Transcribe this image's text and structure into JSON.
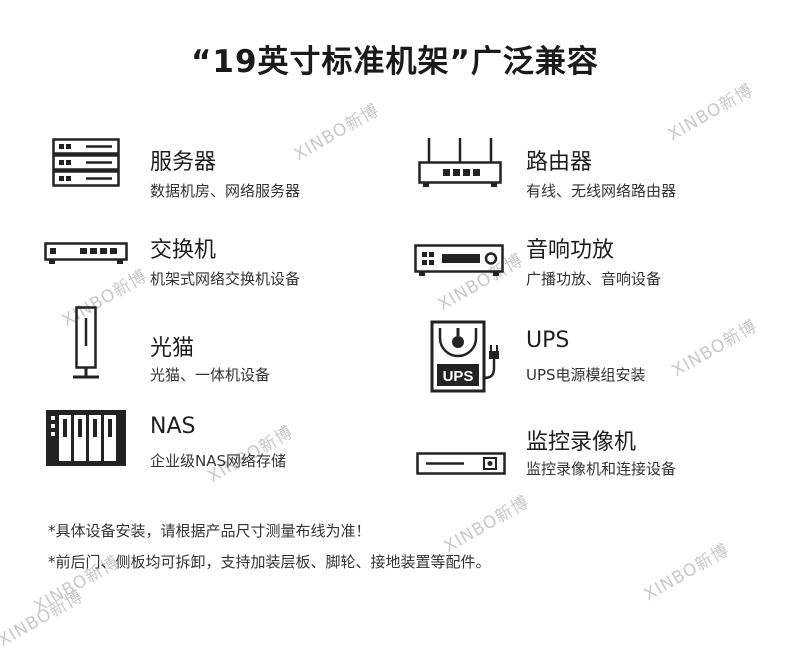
{
  "title": "“19英寸标准机架”广泛兼容",
  "devices": [
    {
      "icon": "server-icon",
      "name": "服务器",
      "desc": "数据机房、网络服务器"
    },
    {
      "icon": "switch-icon",
      "name": "交换机",
      "desc": "机架式网络交换机设备"
    },
    {
      "icon": "optical-modem-icon",
      "name": "光猫",
      "desc": "光猫、一体机设备"
    },
    {
      "icon": "nas-icon",
      "name": "NAS",
      "desc": "企业级NAS网络存储"
    },
    {
      "icon": "router-icon",
      "name": "路由器",
      "desc": "有线、无线网络路由器"
    },
    {
      "icon": "amplifier-icon",
      "name": "音响功放",
      "desc": "广播功放、音响设备"
    },
    {
      "icon": "ups-icon",
      "name": "UPS",
      "desc": "UPS电源模组安装"
    },
    {
      "icon": "video-recorder-icon",
      "name": "监控录像机",
      "desc": "监控录像机和连接设备"
    }
  ],
  "ups_icon_label": "UPS",
  "notes": [
    "*具体设备安装，请根据产品尺寸测量布线为准！",
    "*前后门、侧板均可拆卸，支持加装层板、脚轮、接地装置等配件。"
  ],
  "watermark": "XINBO新博"
}
